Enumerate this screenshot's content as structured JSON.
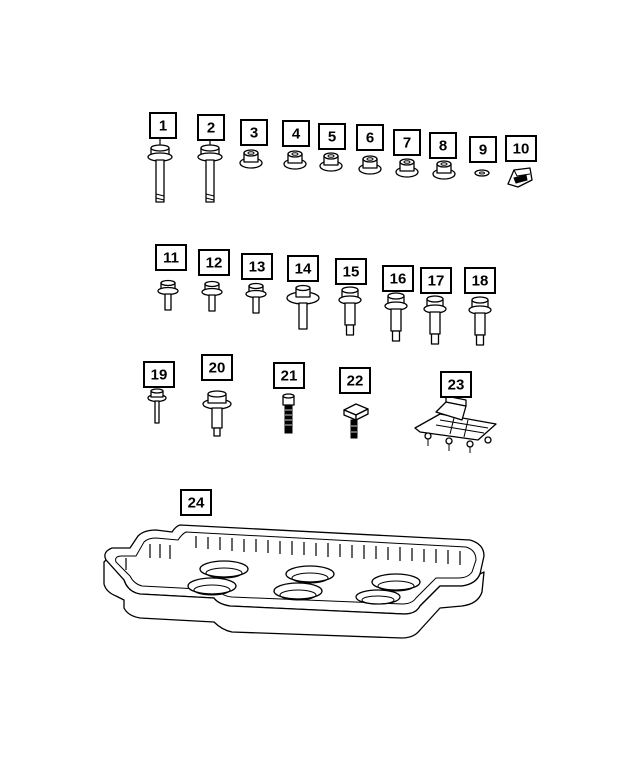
{
  "diagram": {
    "callouts": [
      {
        "label": "1"
      },
      {
        "label": "2"
      },
      {
        "label": "3"
      },
      {
        "label": "4"
      },
      {
        "label": "5"
      },
      {
        "label": "6"
      },
      {
        "label": "7"
      },
      {
        "label": "8"
      },
      {
        "label": "9"
      },
      {
        "label": "10"
      },
      {
        "label": "11"
      },
      {
        "label": "12"
      },
      {
        "label": "13"
      },
      {
        "label": "14"
      },
      {
        "label": "15"
      },
      {
        "label": "16"
      },
      {
        "label": "17"
      },
      {
        "label": "18"
      },
      {
        "label": "19"
      },
      {
        "label": "20"
      },
      {
        "label": "21"
      },
      {
        "label": "22"
      },
      {
        "label": "23"
      },
      {
        "label": "24"
      }
    ]
  },
  "colors": {
    "line": "#000000",
    "background": "#ffffff"
  }
}
